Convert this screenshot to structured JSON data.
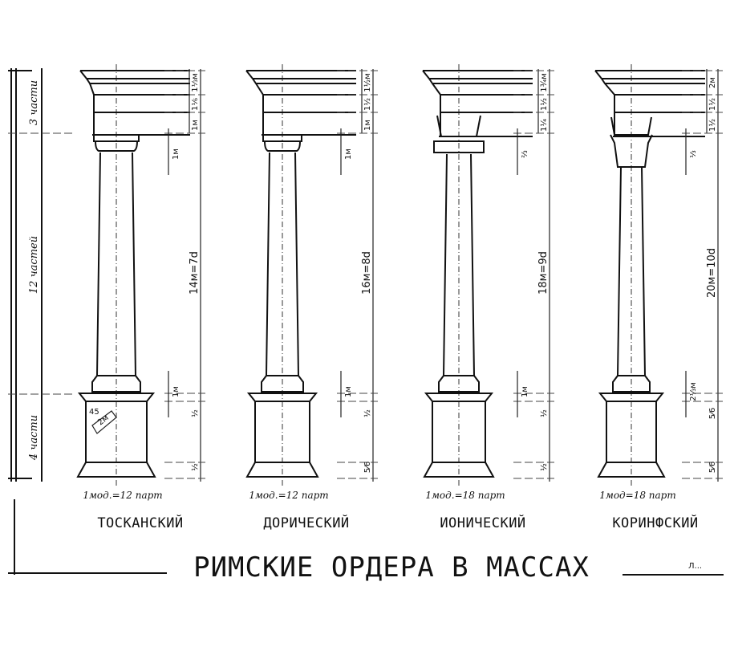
{
  "title": "РИМСКИЕ ОРДЕРА В МАССАХ",
  "sheet_mark": "Л...",
  "scale_parts": [
    "3 части",
    "12 частей",
    "4 части"
  ],
  "orders": [
    {
      "name": "ТОСКАНСКИЙ",
      "module": "1мод.=12 парт",
      "shaft": "14м=7d",
      "dims": [
        "1⅓м",
        "1⅙",
        "1м",
        "1м",
        "1м",
        "½",
        "½"
      ],
      "detail": [
        "45",
        "2м"
      ]
    },
    {
      "name": "ДОРИЧЕСКИЙ",
      "module": "1мод.=12 парт",
      "shaft": "16м=8d",
      "dims": [
        "1½м",
        "1½",
        "1м",
        "1м",
        "1м",
        "½",
        "5⁄6"
      ]
    },
    {
      "name": "ИОНИЧЕСКИЙ",
      "module": "1мод.=18 парт",
      "shaft": "18м=9d",
      "dims": [
        "1¾м",
        "1½",
        "1¼",
        "⅔",
        "1м",
        "½",
        "½"
      ]
    },
    {
      "name": "КОРИНФСКИЙ",
      "module": "1мод=18 парт",
      "shaft": "20м=10d",
      "dims": [
        "2м",
        "1½",
        "1½",
        "⅓",
        "2⅓м",
        "5⁄6",
        "5⁄6"
      ]
    }
  ],
  "colors": {
    "ink": "#111111",
    "paper": "#ffffff"
  }
}
